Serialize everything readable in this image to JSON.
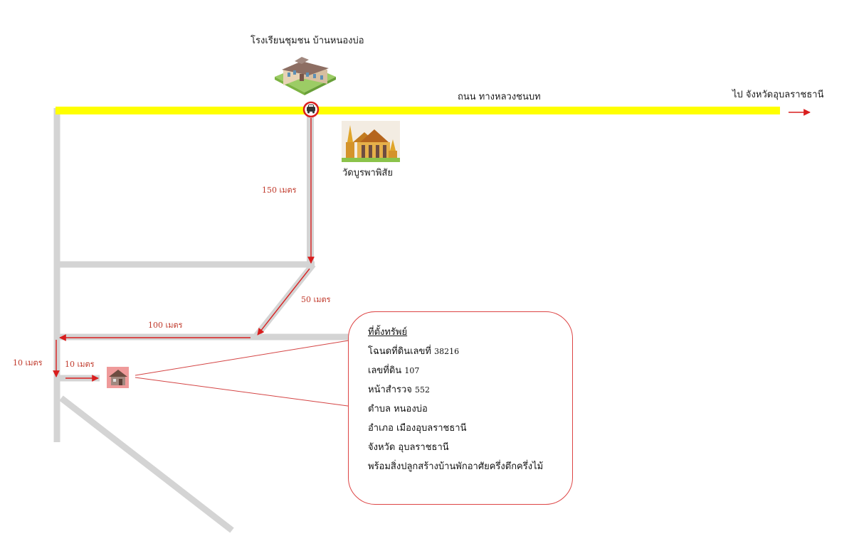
{
  "labels": {
    "school": "โรงเรียนชุมชน บ้านหนองบ่อ",
    "main_road": "ถนน ทางหลวงชนบท",
    "to_province": "ไป จังหวัดอุบลราชธานี",
    "temple": "วัดบูรพาพิสัย"
  },
  "distances": {
    "d150": "150 เมตร",
    "d50": "50 เมตร",
    "d100": "100 เมตร",
    "d10_left": "10 เมตร",
    "d10_right": "10 เมตร"
  },
  "info": {
    "title": "ที่ตั้งทรัพย์",
    "deed_label": "โฉนดที่ดินเลขที่",
    "deed_no": "38216",
    "land_label": "เลขที่ดิน",
    "land_no": "107",
    "survey_label": "หน้าสำรวจ",
    "survey_no": "552",
    "subdistrict": "ตำบล หนองบ่อ",
    "district": "อำเภอ เมืองอุบลราชธานี",
    "province": "จังหวัด อุบลราชธานี",
    "note": "พร้อมสิ่งปลูกสร้างบ้านพักอาศัยครึ่งตึกครึ่งไม้"
  },
  "colors": {
    "main_road": "#ffff00",
    "side_road": "#d4d4d4",
    "route": "#d91e1e",
    "callout": "#d44444"
  },
  "icons": {
    "school": "school-building-icon",
    "temple": "temple-icon",
    "car": "car-marker-icon",
    "house": "house-icon"
  }
}
